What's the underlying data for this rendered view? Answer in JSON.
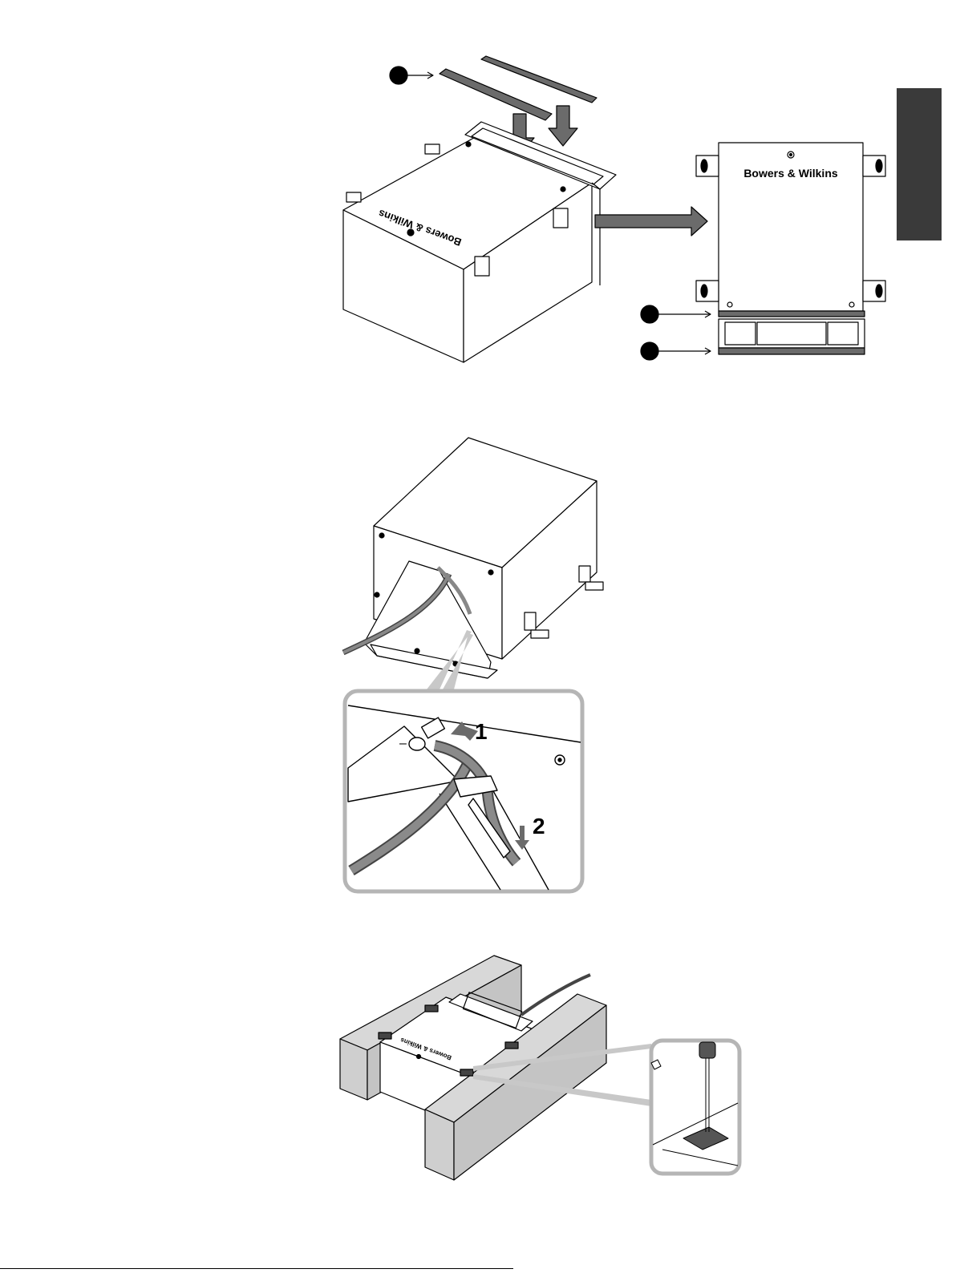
{
  "fig1": {
    "brand": "Bowers & Wilkins",
    "brand_rotated": "Bowers & Wilkins"
  },
  "fig2": {
    "step1": "1",
    "step2": "2",
    "minus": "–"
  },
  "fig3": {
    "brand_small": "Bowers & Wilkins"
  },
  "footer": {
    "text": ""
  },
  "colors": {
    "accent_gray": "#6b6b6b",
    "panel_gray": "#3a3a3a",
    "callout_border": "#b5b5b5"
  }
}
